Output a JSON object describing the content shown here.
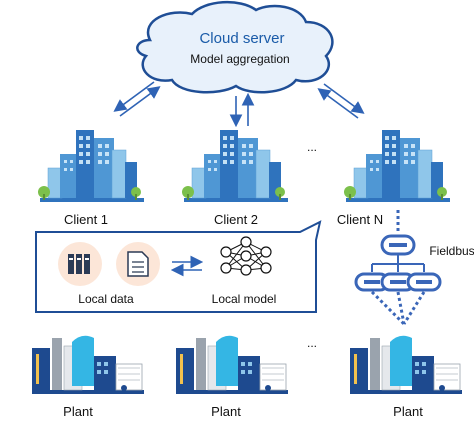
{
  "cloud": {
    "title": "Cloud server",
    "subtitle": "Model aggregation"
  },
  "clients": [
    {
      "label": "Client 1"
    },
    {
      "label": "Client 2"
    },
    {
      "label": "Client N"
    }
  ],
  "ellipsis": [
    "...",
    "..."
  ],
  "callout": {
    "local_data_label": "Local data",
    "local_model_label": "Local model"
  },
  "fieldbus": {
    "label": "Fieldbus"
  },
  "plants": [
    {
      "label": "Plant"
    },
    {
      "label": "Plant"
    },
    {
      "label": "Plant"
    }
  ],
  "colors": {
    "cloud_fill": "#e8f1fb",
    "cloud_stroke": "#1f4e96",
    "cloud_title": "#1a5ba8",
    "arrow": "#2f63b5",
    "fieldbus": "#3a66b8",
    "tower_light": "#8fc6ea",
    "tower_mid": "#4f97d4",
    "tower_dark": "#2f73bd",
    "plant_blue": "#1e4a8f",
    "plant_cyan": "#34b6e4",
    "plant_gray": "#9aa3ad",
    "icon_bg": "#fce6d8"
  }
}
